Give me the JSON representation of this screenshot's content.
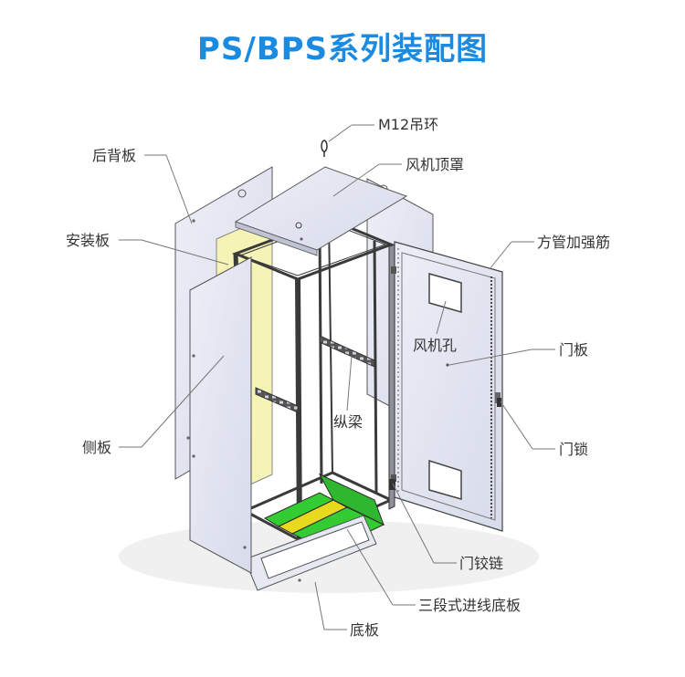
{
  "title": "PS/BPS系列装配图",
  "labels": {
    "m12_lifting_ring": "M12吊环",
    "fan_top_cover": "风机顶罩",
    "back_panel": "后背板",
    "mounting_plate": "安装板",
    "square_tube_reinforcement": "方管加强筋",
    "fan_hole": "风机孔",
    "door_panel": "门板",
    "longitudinal_beam": "纵梁",
    "side_panel": "侧板",
    "door_lock": "门锁",
    "door_hinge": "门铰链",
    "three_section_cable_entry_base": "三段式进线底板",
    "base_plate": "底板"
  },
  "colors": {
    "title": "#1a8be0",
    "panel_fill": "#e4e6f3",
    "mounting_plate": "#f6f3b6",
    "cable_entry_green": "#33cc33",
    "cable_entry_yellow": "#e8d81e",
    "frame_dark": "#3c3c3c",
    "leader_line": "#777777"
  }
}
